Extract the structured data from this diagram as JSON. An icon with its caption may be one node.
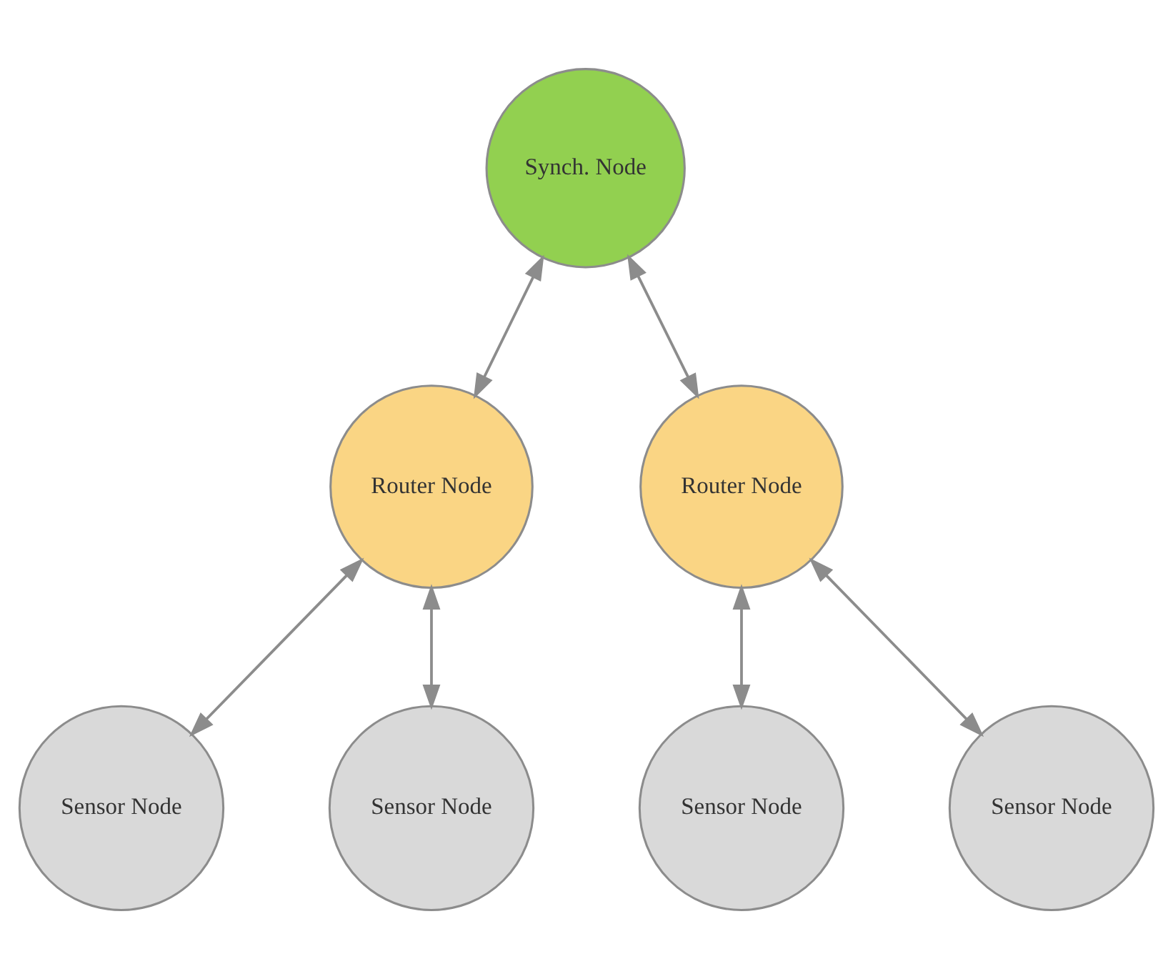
{
  "diagram": {
    "nodes": [
      {
        "text": [
          "Synch. Node"
        ]
      },
      {
        "text": [
          "Router Node"
        ]
      },
      {
        "text": [
          "Router Node"
        ]
      },
      {
        "text": [
          "Sensor Node"
        ]
      },
      {
        "text": [
          "Sensor Node"
        ]
      },
      {
        "text": [
          "Sensor Node"
        ]
      },
      {
        "text": [
          "Sensor Node"
        ]
      }
    ],
    "edges": [
      {
        "from": 0,
        "to": 1,
        "arrow": "both"
      },
      {
        "from": 0,
        "to": 2,
        "arrow": "both"
      },
      {
        "from": 1,
        "to": 3,
        "arrow": "both"
      },
      {
        "from": 1,
        "to": 4,
        "arrow": "both"
      },
      {
        "from": 2,
        "to": 5,
        "arrow": "both"
      },
      {
        "from": 2,
        "to": 6,
        "arrow": "both"
      }
    ]
  }
}
